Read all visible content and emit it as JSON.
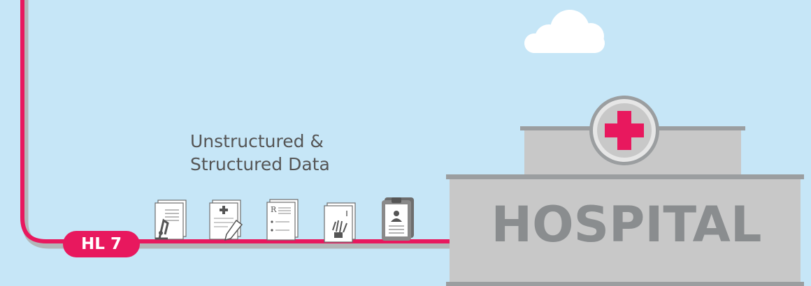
{
  "caption": {
    "line1": "Unstructured &",
    "line2": "Structured Data"
  },
  "badge": {
    "label": "HL 7"
  },
  "hospital": {
    "label": "HOSPITAL"
  },
  "documents": [
    {
      "icon": "lab-report-microscope-icon"
    },
    {
      "icon": "medical-form-pen-icon"
    },
    {
      "icon": "prescription-rx-icon"
    },
    {
      "icon": "xray-hand-icon"
    },
    {
      "icon": "clipboard-patient-record-icon"
    }
  ],
  "colors": {
    "sky": "#c6e6f7",
    "pipe_pink": "#e8185e",
    "pipe_shadow": "#b3b6b8",
    "building": "#c8c8c8",
    "building_edge": "#9b9ea0",
    "cross": "#e8185e",
    "text": "#555555",
    "cloud": "#ffffff"
  }
}
